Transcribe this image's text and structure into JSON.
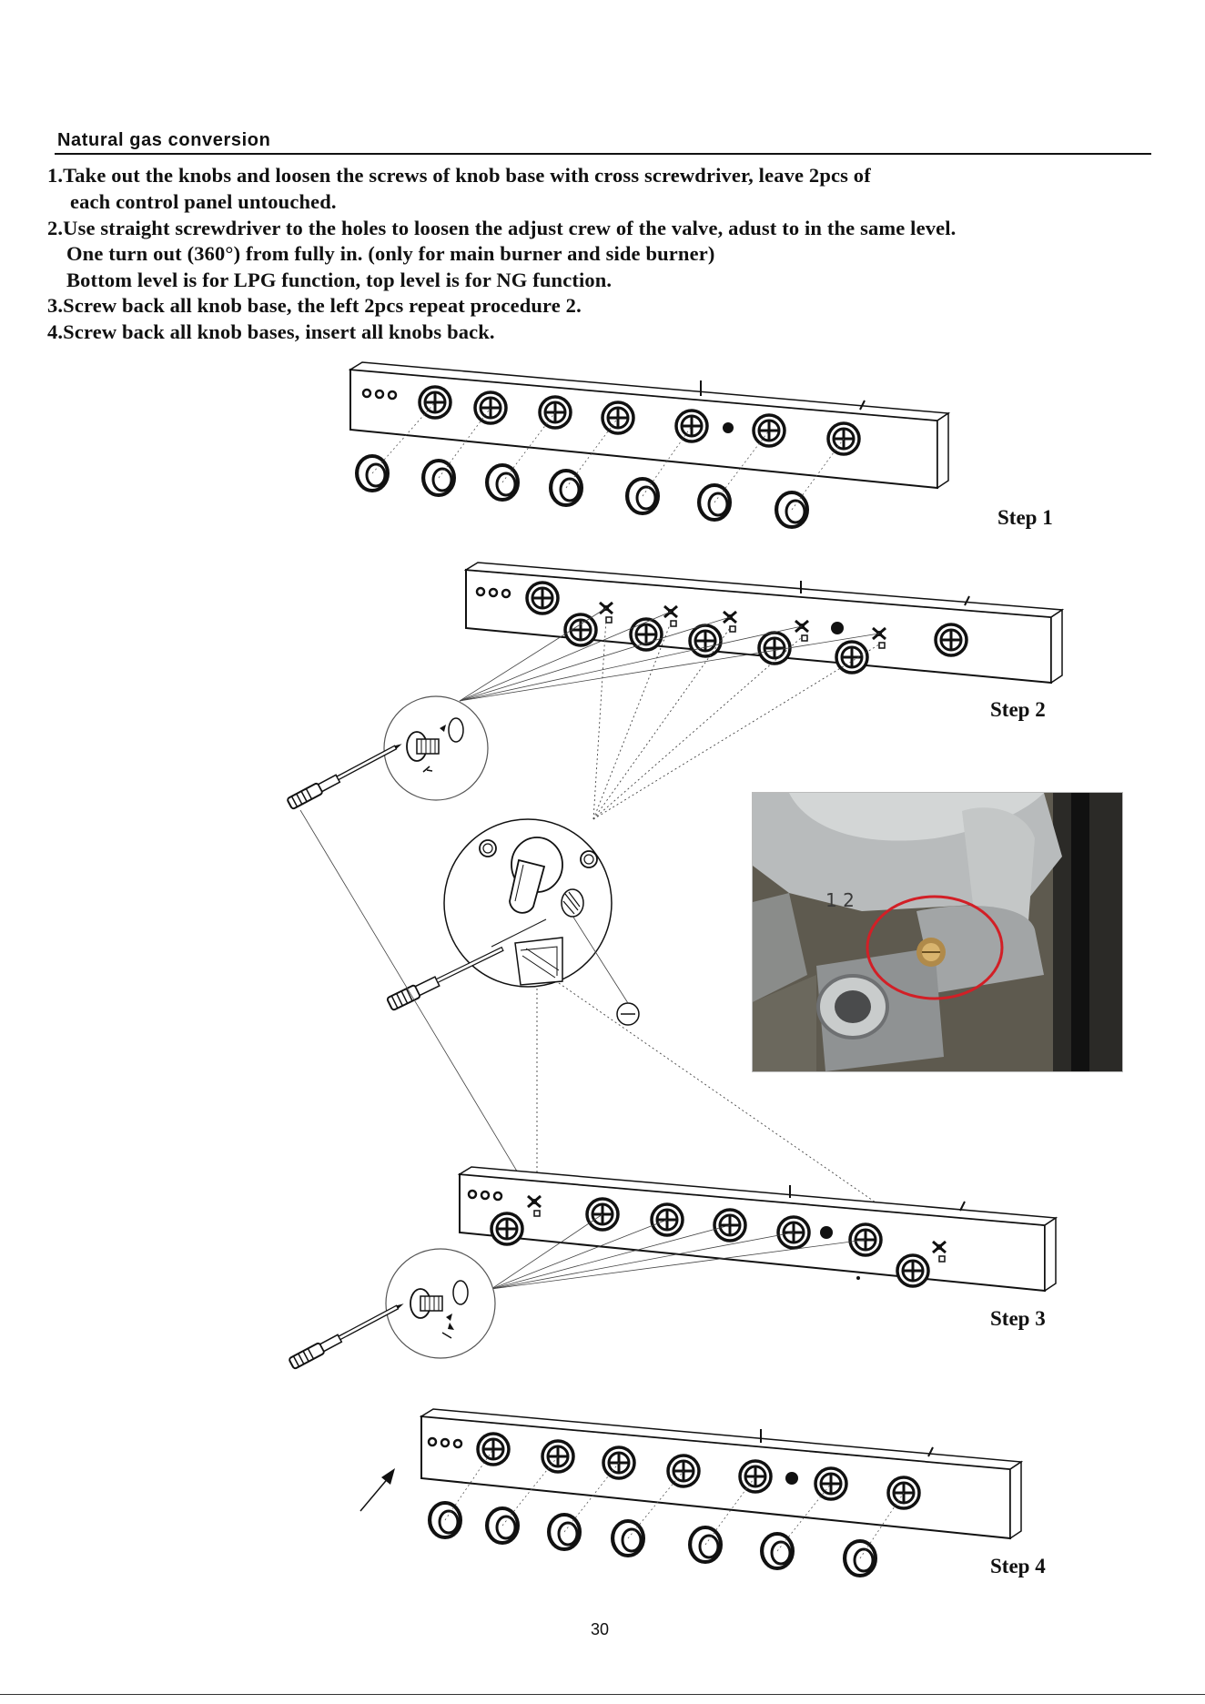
{
  "section": {
    "title": "Natural gas conversion"
  },
  "instructions": [
    "1.Take out the knobs and loosen the screws of knob base with  cross screwdriver, leave 2pcs of",
    "each control  panel untouched.",
    "2.Use straight screwdriver to the holes to loosen the adjust crew of the valve, adust to in the same level.",
    "One turn out (360°) from fully in. (only for main burner and side burner)",
    "Bottom level is for LPG function, top level is for NG function.",
    "3.Screw back all knob base, the left 2pcs repeat procedure 2.",
    "4.Screw back all knob bases,  insert all knobs back."
  ],
  "steps": {
    "step1": "Step 1",
    "step2": "Step 2",
    "step3": "Step 3",
    "step4": "Step 4"
  },
  "photo_annotation": {
    "valve_marks": "1  2"
  },
  "colors": {
    "highlight_ring": "#d21f26",
    "line_art": "#111111",
    "valve_metal": "#a9acad"
  },
  "icons": [
    "cross-screwdriver-icon",
    "straight-screwdriver-icon",
    "control-knob-icon",
    "knob-base-icon",
    "arrow-icon"
  ],
  "footer": {
    "page_number": "30"
  }
}
